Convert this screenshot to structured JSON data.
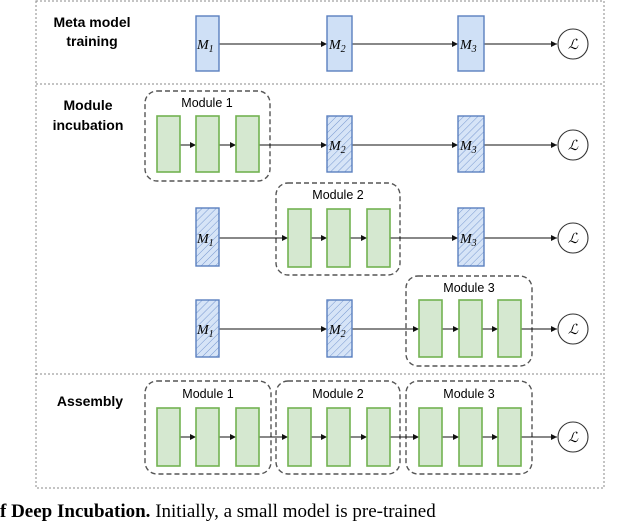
{
  "sections": {
    "meta_training": {
      "line1": "Meta model",
      "line2": "training"
    },
    "module_incubation": {
      "line1": "Module",
      "line2": "incubation"
    },
    "assembly": {
      "line1": "Assembly"
    }
  },
  "modules": [
    "Module 1",
    "Module 2",
    "Module 3"
  ],
  "meta_models": [
    {
      "base": "M",
      "sub": "1"
    },
    {
      "base": "M",
      "sub": "2"
    },
    {
      "base": "M",
      "sub": "3"
    }
  ],
  "loss_symbol": "ℒ",
  "caption": {
    "bold": "f Deep Incubation.",
    "text": " Initially, a small model is pre-trained"
  },
  "colors": {
    "meta_fill": "#cfe0f6",
    "meta_stroke": "#5a7fbf",
    "module_fill": "#d5e8d0",
    "module_stroke": "#72b251"
  }
}
